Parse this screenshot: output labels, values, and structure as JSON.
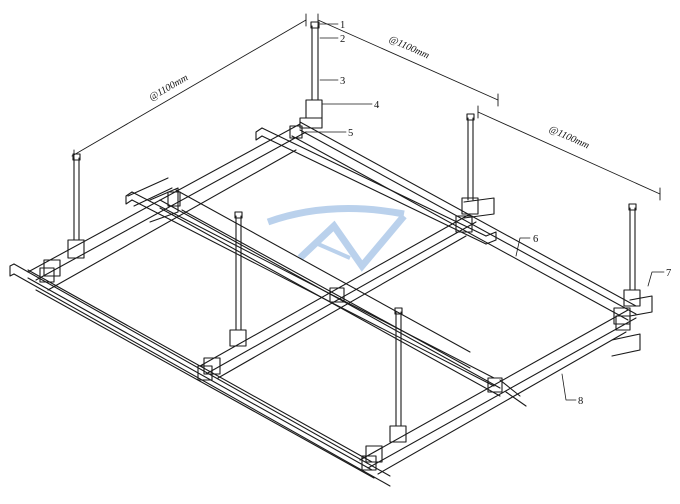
{
  "dimensions": {
    "left_span": "@1100mm",
    "top_span": "@1100mm",
    "right_span": "@1100mm"
  },
  "callouts": {
    "c1": "1",
    "c2": "2",
    "c3": "3",
    "c4": "4",
    "c5": "5",
    "c6": "6",
    "c7": "7",
    "c8": "8"
  },
  "colors": {
    "line": "#1a1a1a",
    "watermark": "#9fbfe4"
  }
}
